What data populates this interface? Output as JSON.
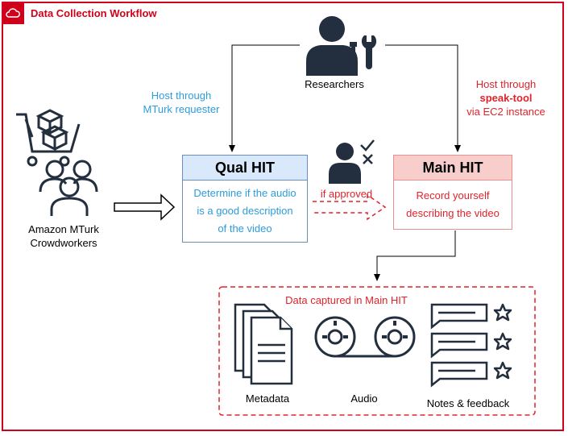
{
  "title": "Data Collection Workflow",
  "researchers_label": "Researchers",
  "crowdworkers_label_1": "Amazon MTurk",
  "crowdworkers_label_2": "Crowdworkers",
  "host_left_1": "Host through",
  "host_left_2": "MTurk requester",
  "host_right_1": "Host through",
  "host_right_2": "speak-tool",
  "host_right_3": "via EC2 instance",
  "qual_hit": {
    "title": "Qual HIT",
    "line1": "Determine if the audio",
    "line2": "is a good description",
    "line3": "of the video"
  },
  "main_hit": {
    "title": "Main HIT",
    "line1": "Record yourself",
    "line2": "describing the video"
  },
  "if_approved": "if approved",
  "captured": {
    "title": "Data captured in Main HIT",
    "items": [
      "Metadata",
      "Audio",
      "Notes & feedback"
    ]
  },
  "colors": {
    "frame_red": "#d0021b",
    "accent_blue": "#2d9cdb",
    "accent_red": "#e0232b",
    "qual_fill": "#dae8fc",
    "main_fill": "#f8cecc",
    "icon_dark": "#232f3e"
  }
}
